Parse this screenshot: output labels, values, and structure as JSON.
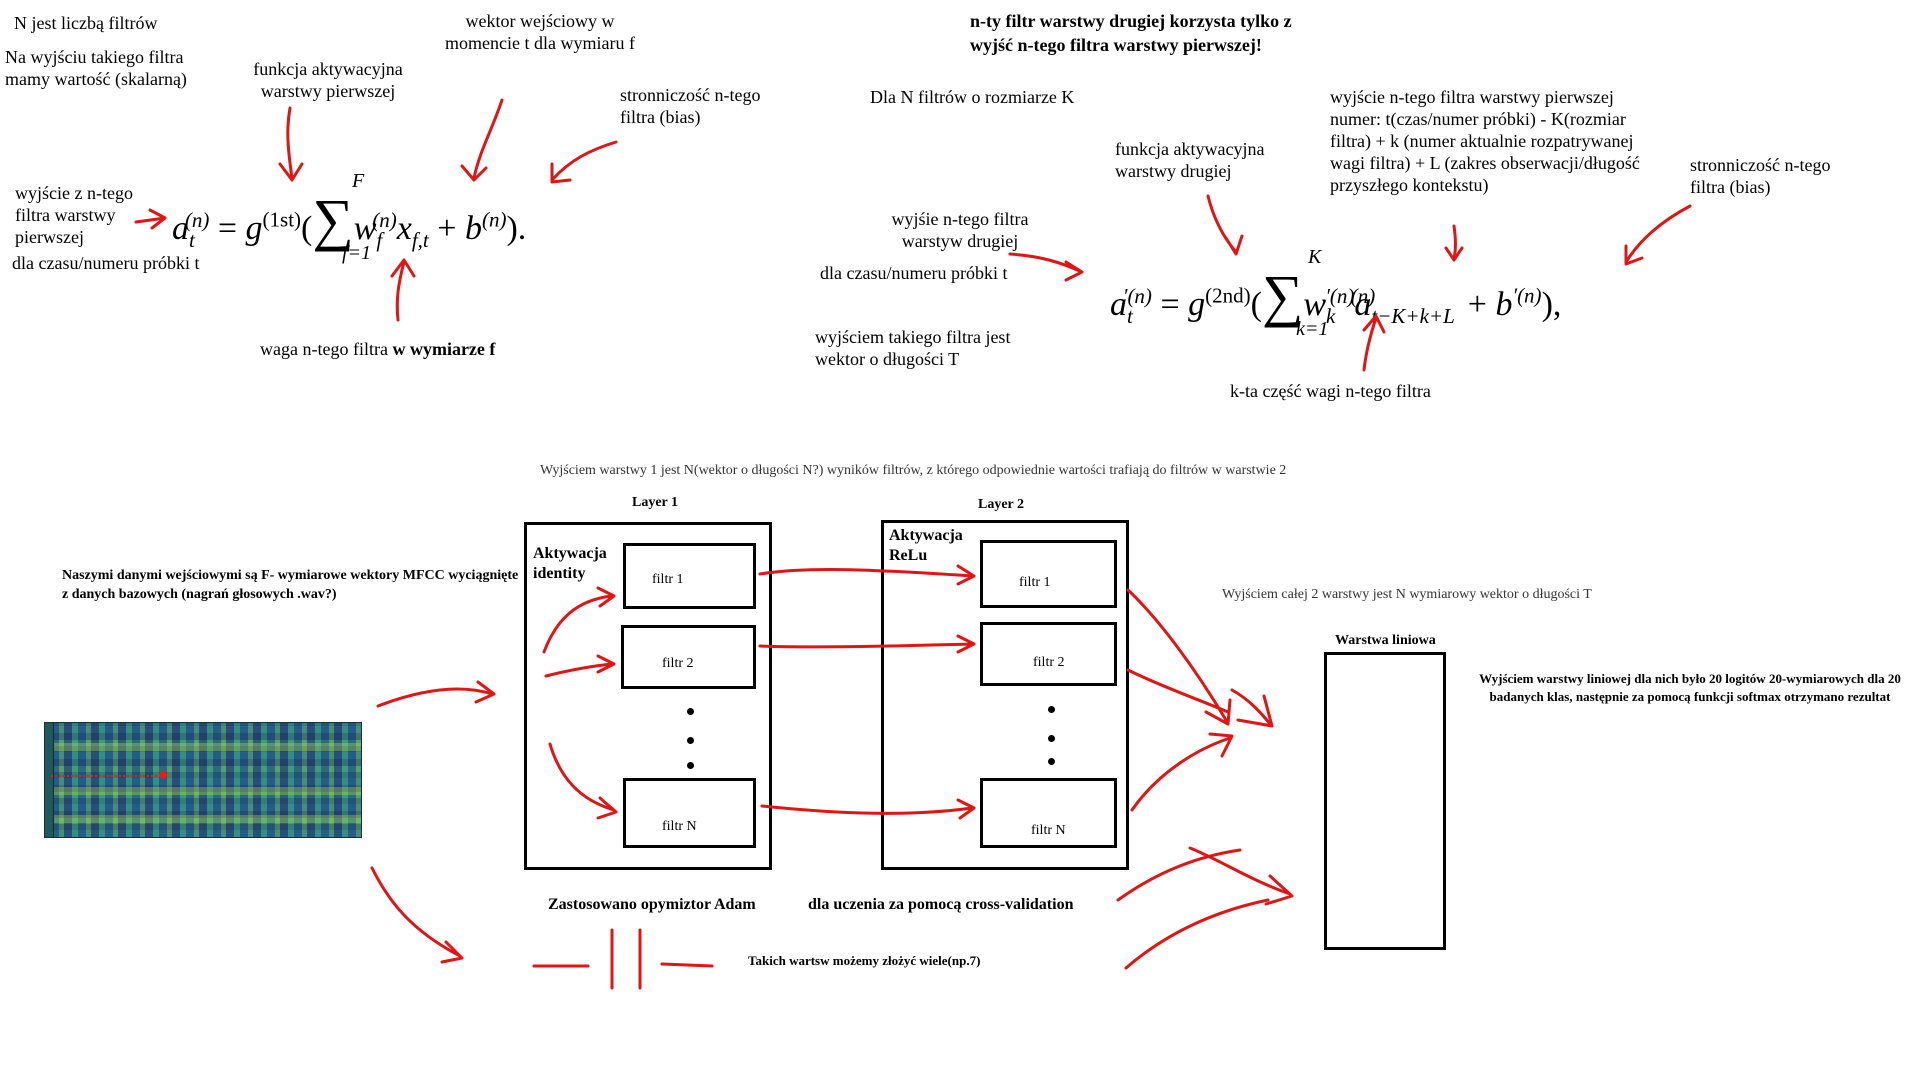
{
  "top_left": {
    "n_filters": "N jest liczbą filtrów",
    "output_scalar": "Na wyjściu takiego filtra mamy wartość (skalarną)",
    "activation_l1": "funkcja aktywacyjna warstwy pierwszej",
    "input_vector": "wektor wejściowy w momencie t dla wymiaru f",
    "bias": "stronniczość n-tego filtra (bias)",
    "output_desc": "wyjście z n-tego filtra warstwy pierwszej",
    "time_desc": "dla czasu/numeru próbki t",
    "weight_prefix": "waga n-tego filtra ",
    "weight_bold": "w wymiarze f"
  },
  "top_right": {
    "heading_line1": "n-ty filtr warstwy drugiej korzysta tylko z",
    "heading_line2": "wyjść n-tego filtra warstwy pierwszej!",
    "n_filters_k": "Dla N filtrów o rozmiarze K",
    "activation_l2": "funkcja aktywacyjna warstwy drugiej",
    "l1_output_index": "wyjście n-tego filtra warstwy pierwszej numer: t(czas/numer próbki) - K(rozmiar filtra) + k (numer aktualnie rozpatrywanej wagi filtra) + L (zakres obserwacji/długość przyszłego kontekstu)",
    "bias": "stronniczość n-tego filtra (bias)",
    "output_desc": "wyjśie n-tego filtra warstyw drugiej",
    "time_desc": "dla czasu/numeru próbki t",
    "vector_out": "wyjściem takiego filtra jest wektor o długości T",
    "kth_weight": "k-ta część wagi n-tego filtra"
  },
  "diagram": {
    "layer_note": "Wyjściem warstwy 1 jest N(wektor o długości N?) wyników filtrów, z którego odpowiednie wartości trafiają do filtrów w warstwie 2",
    "input_desc": "Naszymi danymi wejściowymi są F- wymiarowe wektory MFCC wyciągnięte z danych bazowych (nagrań głosowych .wav?)",
    "layer1_title": "Layer 1",
    "layer1_activation": "Aktywacja identity",
    "layer2_title": "Layer 2",
    "layer2_activation": "Aktywacja ReLu",
    "filters": [
      "filtr 1",
      "filtr 2",
      "filtr N"
    ],
    "layer2_output": "Wyjściem całej 2 warstwy jest N wymiarowy wektor o długości T",
    "linear_title": "Warstwa liniowa",
    "linear_output": "Wyjściem warstwy liniowej dla nich było 20 logitów 20-wymiarowych dla 20 badanych klas, następnie za pomocą funkcji softmax otrzymano rezultat",
    "optimizer": "Zastosowano opymiztor Adam",
    "cross_validation": "dla uczenia za pomocą cross-validation",
    "stack_note": "Takich wartsw możemy złożyć wiele(np.7)"
  },
  "colors": {
    "arrow": "#e01515",
    "ink": "#000000"
  }
}
